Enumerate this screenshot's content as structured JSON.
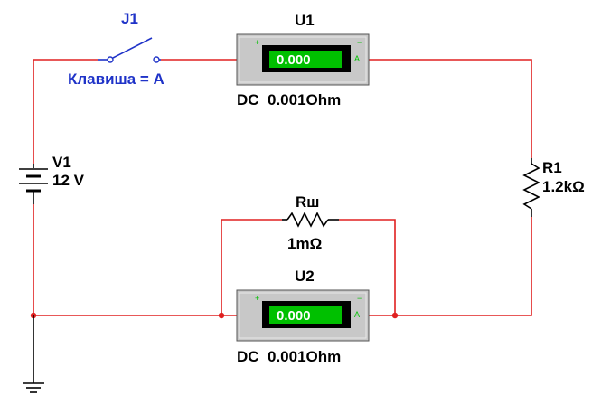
{
  "switch": {
    "ref": "J1",
    "key_label": "Клавиша = A"
  },
  "source": {
    "ref": "V1",
    "value": "12 V"
  },
  "load": {
    "ref": "R1",
    "value": "1.2kΩ"
  },
  "shunt": {
    "ref": "Rш",
    "value": "1mΩ"
  },
  "meter_top": {
    "ref": "U1",
    "reading": "0.000",
    "unit": "A",
    "mode": "DC  0.001Ohm",
    "plus": "+",
    "minus": "−"
  },
  "meter_bottom": {
    "ref": "U2",
    "reading": "0.000",
    "unit": "A",
    "mode": "DC  0.001Ohm",
    "plus": "+",
    "minus": "−"
  },
  "colors": {
    "wire": "#e02020",
    "label_blue": "#1f33c8",
    "readout_bg": "#00c000",
    "meter_body": "#c8c8c8"
  }
}
